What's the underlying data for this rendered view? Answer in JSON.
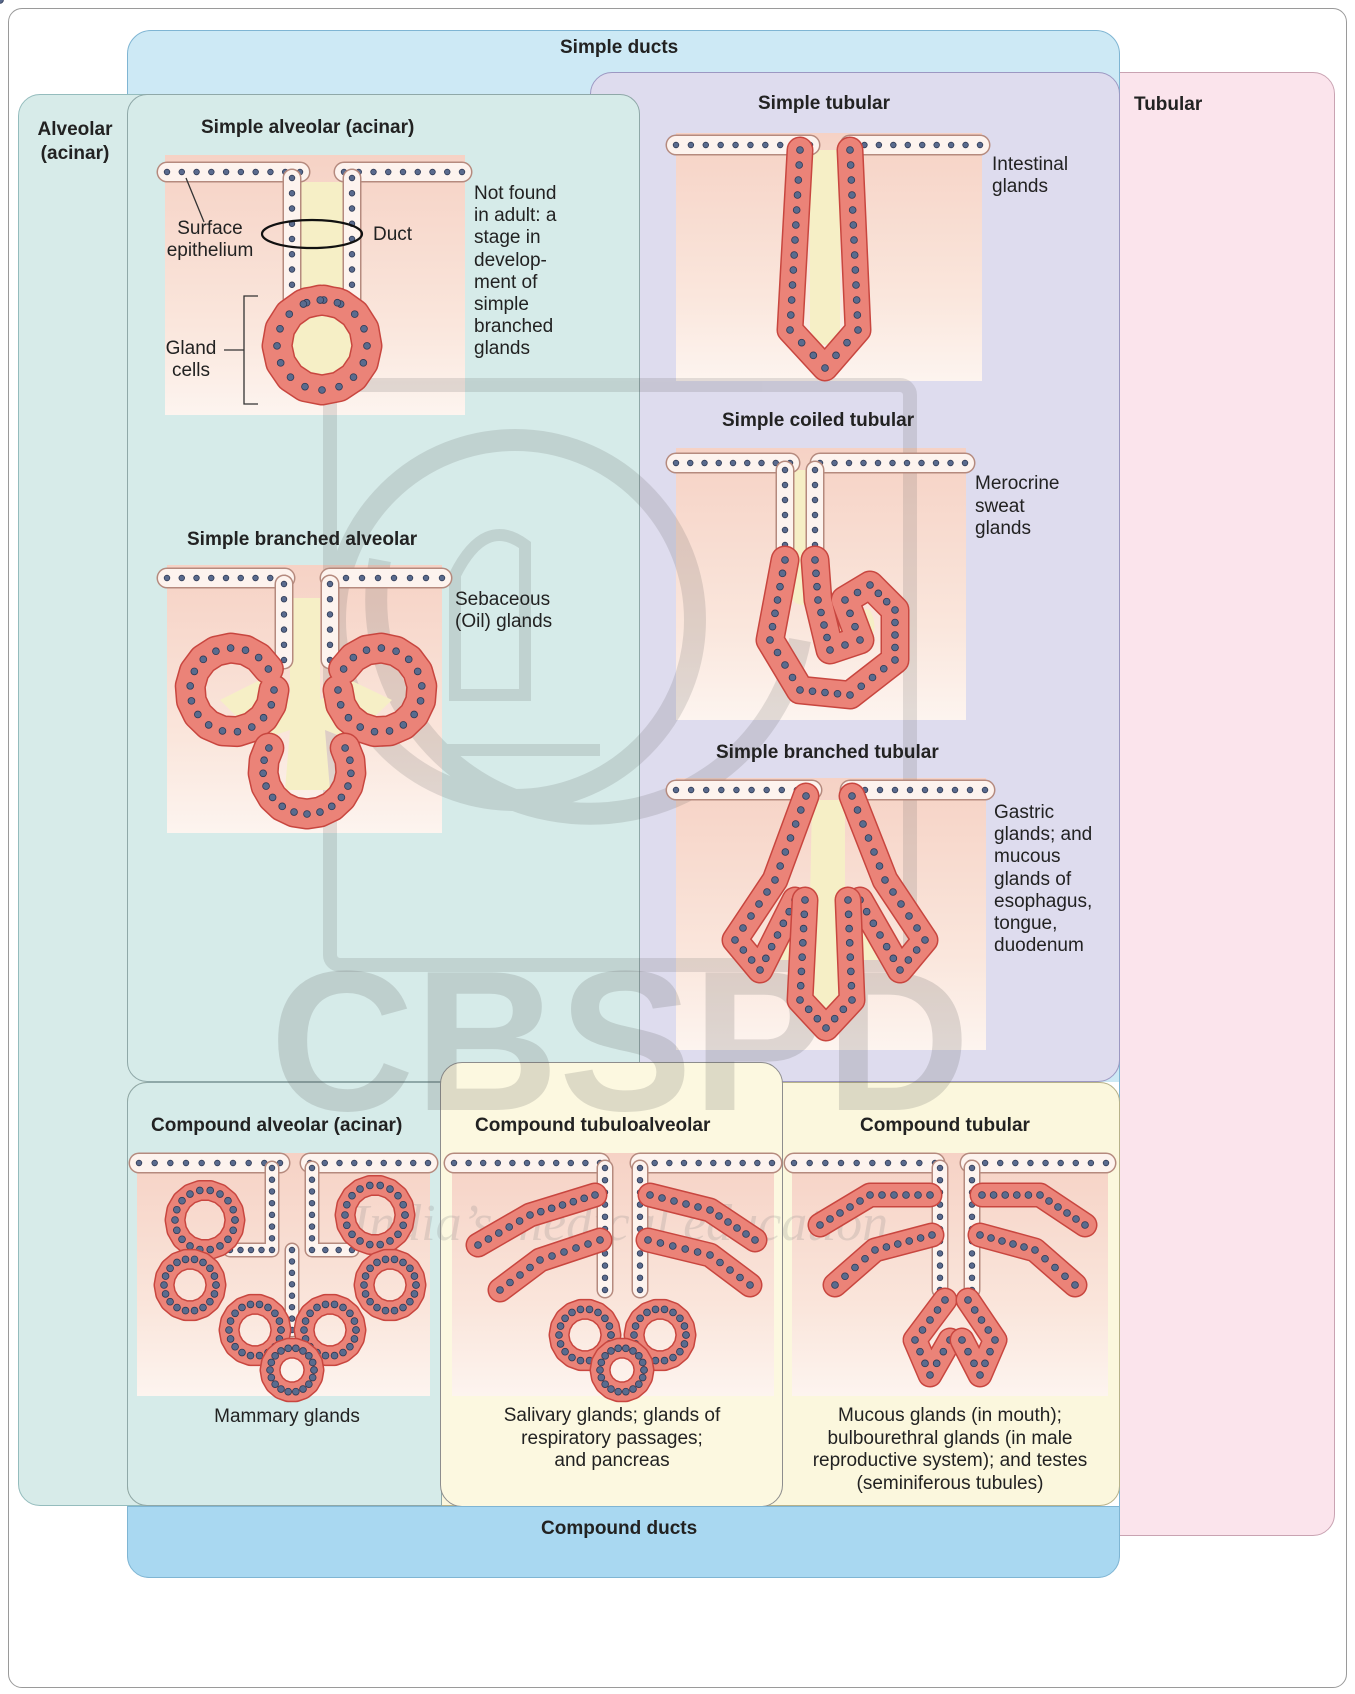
{
  "regions": {
    "simple_ducts": "Simple ducts",
    "compound_ducts": "Compound ducts",
    "alveolar": "Alveolar\n(acinar)",
    "tubular": "Tubular"
  },
  "glands": {
    "simple_alveolar": {
      "title": "Simple alveolar (acinar)",
      "note": "Not found\nin adult: a\nstage in\ndevelop-\nment of\nsimple\nbranched\nglands",
      "label_surface": "Surface\nepithelium",
      "label_duct": "Duct",
      "label_gland_cells": "Gland\ncells"
    },
    "simple_branched_alveolar": {
      "title": "Simple branched alveolar",
      "example": "Sebaceous\n(Oil) glands"
    },
    "simple_tubular": {
      "title": "Simple tubular",
      "example": "Intestinal\nglands"
    },
    "simple_coiled_tubular": {
      "title": "Simple coiled tubular",
      "example": "Merocrine\nsweat\nglands"
    },
    "simple_branched_tubular": {
      "title": "Simple branched tubular",
      "example": "Gastric\nglands; and\nmucous\nglands of\nesophagus,\ntongue,\nduodenum"
    },
    "compound_alveolar": {
      "title": "Compound alveolar (acinar)",
      "example": "Mammary glands"
    },
    "compound_tubuloalveolar": {
      "title": "Compound tubuloalveolar",
      "example": "Salivary glands; glands of\nrespiratory passages;\nand pancreas"
    },
    "compound_tubular": {
      "title": "Compound tubular",
      "example": "Mucous glands (in mouth);\nbulbourethral glands (in male\nreproductive system); and testes\n(seminiferous tubules)"
    }
  },
  "watermark": {
    "logo_text": "CBSPD",
    "tagline": "India’s medical education"
  },
  "colors": {
    "simple_ducts_fill": "#cde9f5",
    "simple_ducts_bar": "#a9d8f1",
    "alveolar_fill": "#d7ebe9",
    "tubular_fill": "#fbe4ec",
    "simple_tubular_fill": "#dedcee",
    "compound_fill": "#fbf7dd",
    "tissue_top": "#f6d2c5",
    "gland_cell": "#eb8378",
    "gland_border": "#c8463f",
    "nucleus": "#5a6b8e",
    "lumen": "#f6efc6"
  }
}
